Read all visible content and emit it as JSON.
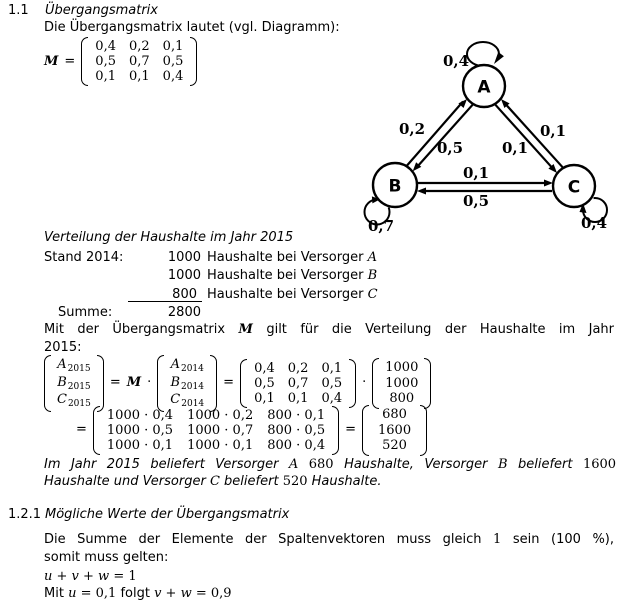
{
  "section_1_1": {
    "number": "1.1",
    "title": "Übergangsmatrix",
    "intro": "Die Übergangsmatrix lautet (vgl. Diagramm):"
  },
  "matrix_m": {
    "symbol": "M",
    "equals": "=",
    "rows": [
      [
        "0,4",
        "0,2",
        "0,1"
      ],
      [
        "0,5",
        "0,7",
        "0,5"
      ],
      [
        "0,1",
        "0,1",
        "0,4"
      ]
    ]
  },
  "diagram": {
    "node_a": "A",
    "node_b": "B",
    "node_c": "C",
    "loop_a_label": "0,4",
    "loop_b_label": "0,7",
    "loop_c_label": "0,4",
    "edge_b_to_a": "0,2",
    "edge_a_to_b": "0,5",
    "edge_c_to_a": "0,1",
    "edge_a_to_c": "0,1",
    "edge_b_to_c": "0,1",
    "edge_c_to_b": "0,5"
  },
  "distribution": {
    "heading": "Verteilung der Haushalte im Jahr 2015",
    "stand_label": "Stand 2014:",
    "row_a_value": "1000",
    "row_a_text": "Haushalte bei Versorger",
    "row_a_var": "A",
    "row_b_value": "1000",
    "row_b_text": "Haushalte bei Versorger",
    "row_b_var": "B",
    "row_c_value": "800",
    "row_c_text": "Haushalte bei Versorger",
    "row_c_var": "C",
    "summe_label": "Summe:",
    "summe_value": "2800"
  },
  "transition_paragraph": {
    "line1_pre": "Mit der Übergangsmatrix",
    "m_symbol": "M",
    "line1_post": "gilt für die Verteilung der Haushalte im Jahr",
    "line2": "2015:"
  },
  "equation": {
    "var_a": "A",
    "var_b": "B",
    "var_c": "C",
    "sub_2015": "2015",
    "sub_2014": "2014",
    "equals": "=",
    "m_symbol": "M",
    "dot": "·",
    "matrix_rows": [
      [
        "0,4",
        "0,2",
        "0,1"
      ],
      [
        "0,5",
        "0,7",
        "0,5"
      ],
      [
        "0,1",
        "0,1",
        "0,4"
      ]
    ],
    "vec_counts": [
      "1000",
      "1000",
      "800"
    ],
    "product_rows": [
      [
        "1000 · 0,4",
        "1000 · 0,2",
        "800 · 0,1"
      ],
      [
        "1000 · 0,5",
        "1000 · 0,7",
        "800 · 0,5"
      ],
      [
        "1000 · 0,1",
        "1000 · 0,1",
        "800 · 0,4"
      ]
    ],
    "result_vec": [
      "680",
      "1600",
      "520"
    ]
  },
  "conclusion": {
    "t1": "Im Jahr 2015 beliefert Versorger",
    "var_a": "A",
    "n1": "680",
    "t2": "Haushalte, Versorger",
    "var_b": "B",
    "t3": "beliefert",
    "n2": "1600",
    "t4": "Haushalte und Versorger",
    "var_c": "C",
    "t5": "beliefert",
    "n3": "520",
    "t6": "Haushalte."
  },
  "section_1_2_1": {
    "number": "1.2.1",
    "title": "Mögliche Werte der Übergangsmatrix",
    "p1_a": "Die Summe der Elemente der Spaltenvektoren muss gleich",
    "p1_one": "1",
    "p1_b": "sein",
    "p1_tail": "(100 %),",
    "p2": "somit muss gelten:",
    "eq_lhs": "u + v + w",
    "eq_rhs": "= 1",
    "mit": "Mit",
    "var_u": "u",
    "u_val": "= 0,1",
    "folgt": "folgt",
    "vw": "v + w",
    "vw_val": "= 0,9"
  }
}
